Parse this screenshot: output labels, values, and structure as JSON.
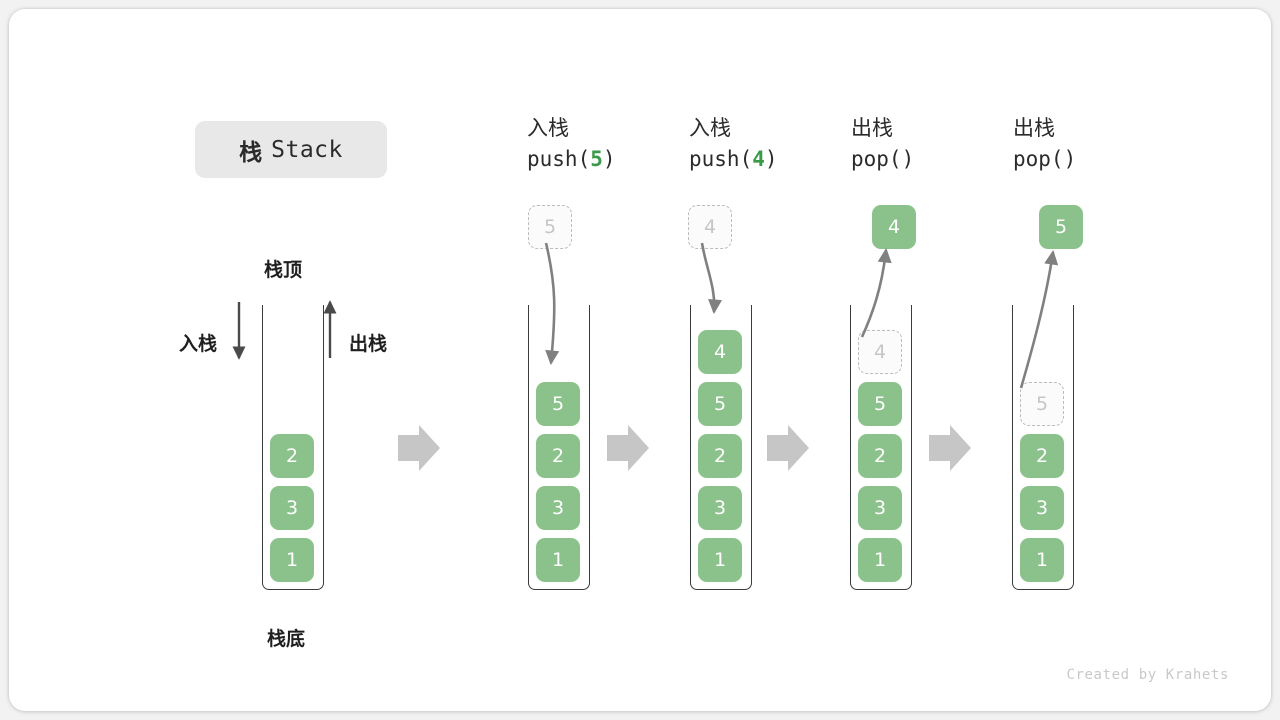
{
  "title": {
    "cn": "栈",
    "en": "Stack"
  },
  "credit": "Created by Krahets",
  "labels": {
    "top": "栈顶",
    "bottom": "栈底",
    "push_side": "入栈",
    "pop_side": "出栈"
  },
  "colors": {
    "element_fill": "#8bc28b",
    "element_text": "#ffffff",
    "ghost_border": "#bdbdbd",
    "ghost_text": "#c6c6c6",
    "arrow": "#808080",
    "vessel": "#3c3c3c",
    "accent_code": "#3a9a4a",
    "chip_bg": "#e8e8e8",
    "step_arrow": "#c6c6c6"
  },
  "columns": [
    {
      "id": "initial",
      "heading_cn": "",
      "heading_code": "",
      "code_fn": "",
      "code_arg": "",
      "stack": [
        "2",
        "3",
        "1"
      ],
      "ghost_above": null,
      "ghost_in_stack": null,
      "popped": null
    },
    {
      "id": "push5",
      "heading_cn": "入栈",
      "code_fn": "push(",
      "code_arg": "5",
      "code_tail": ")",
      "stack": [
        "5",
        "2",
        "3",
        "1"
      ],
      "ghost_above": "5",
      "ghost_in_stack": null,
      "popped": null
    },
    {
      "id": "push4",
      "heading_cn": "入栈",
      "code_fn": "push(",
      "code_arg": "4",
      "code_tail": ")",
      "stack": [
        "4",
        "5",
        "2",
        "3",
        "1"
      ],
      "ghost_above": "4",
      "ghost_in_stack": null,
      "popped": null
    },
    {
      "id": "pop1",
      "heading_cn": "出栈",
      "code_fn": "pop(",
      "code_arg": "",
      "code_tail": ")",
      "stack": [
        "5",
        "2",
        "3",
        "1"
      ],
      "ghost_above": null,
      "ghost_in_stack": "4",
      "popped": "4"
    },
    {
      "id": "pop2",
      "heading_cn": "出栈",
      "code_fn": "pop(",
      "code_arg": "",
      "code_tail": ")",
      "stack": [
        "2",
        "3",
        "1"
      ],
      "ghost_above": null,
      "ghost_in_stack": "5",
      "popped": "5"
    }
  ],
  "step_arrows": 4
}
